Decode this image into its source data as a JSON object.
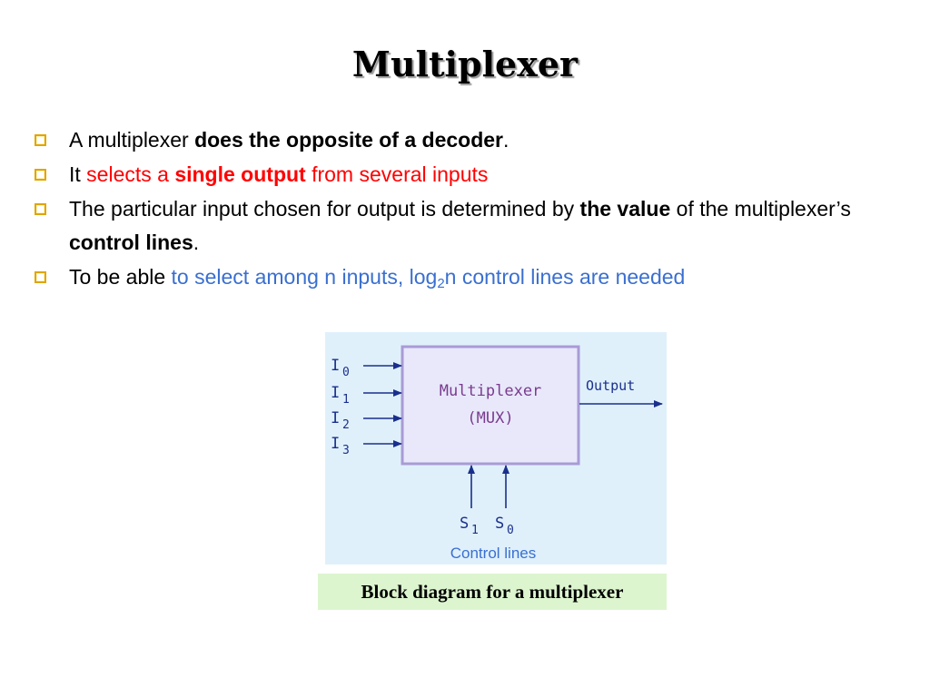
{
  "title": "Multiplexer",
  "bullets": [
    {
      "t1": "A multiplexer ",
      "t2": "does the opposite of a decoder",
      "t3": "."
    },
    {
      "t1": "It ",
      "t2": "selects a ",
      "t3": "single output",
      "t4": " from several inputs"
    },
    {
      "t1": "The particular input chosen for output is determined by ",
      "t2": "the value",
      "t3": " of the multiplexer’s ",
      "t4": "control lines",
      "t5": "."
    },
    {
      "t1": "To be able ",
      "t2": "to select among n inputs, log",
      "t3": "2",
      "t4": "n control lines are needed"
    }
  ],
  "diagram": {
    "box_line1": "Multiplexer",
    "box_line2": "(MUX)",
    "output_label": "Output",
    "inputs": [
      {
        "letter": "I",
        "sub": "0"
      },
      {
        "letter": "I",
        "sub": "1"
      },
      {
        "letter": "I",
        "sub": "2"
      },
      {
        "letter": "I",
        "sub": "3"
      }
    ],
    "selects": [
      {
        "letter": "S",
        "sub": "1"
      },
      {
        "letter": "S",
        "sub": "0"
      }
    ],
    "control_label": "Control lines",
    "colors": {
      "background": "#dff0fb",
      "box_fill": "#e8e8fa",
      "box_border": "#a99bd6",
      "box_text": "#7a3b8f",
      "arrows": "#1a2f8c",
      "labels": "#1a2f8c",
      "control_text": "#3a6fd0"
    }
  },
  "caption": "Block diagram for a multiplexer"
}
